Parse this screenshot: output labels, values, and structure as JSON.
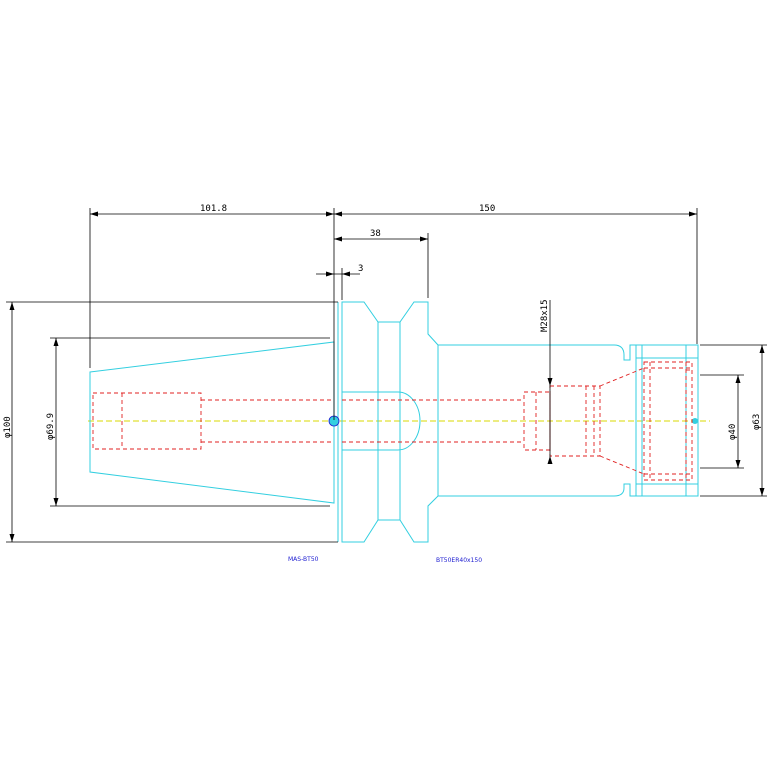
{
  "dimensions": {
    "taper_length": "101.8",
    "overall_length": "150",
    "flange_length": "38",
    "flange_offset": "3",
    "thread": "M28x15",
    "diameter_100": "φ100",
    "diameter_69_9": "φ69.9",
    "diameter_40": "φ40",
    "diameter_63": "φ63"
  },
  "labels": {
    "pull_stud": "MAS-BT50",
    "part_number": "BT50ER40x150"
  },
  "colors": {
    "outline": "#33cfe0",
    "hidden": "#e02020",
    "dimension": "#000000",
    "centerline": "#d8d800",
    "label": "#1a1ad0"
  }
}
